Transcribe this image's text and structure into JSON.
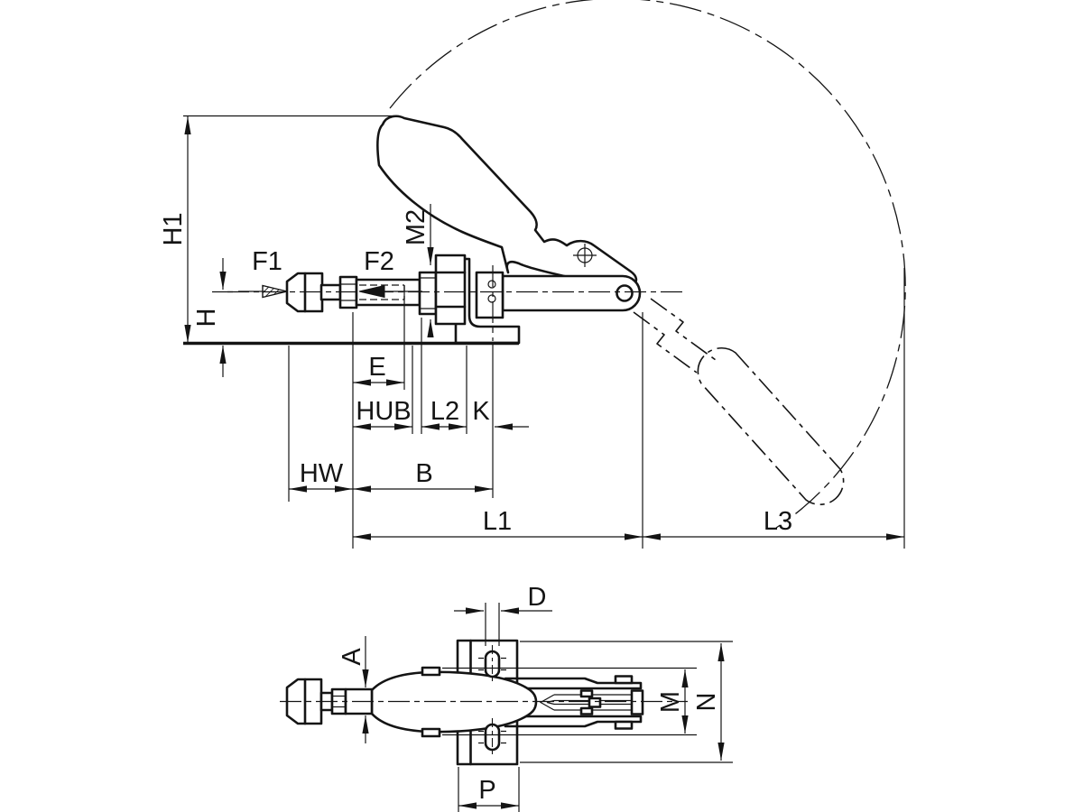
{
  "colors": {
    "background": "#ffffff",
    "line": "#141414"
  },
  "dims": {
    "side": {
      "h1": "H1",
      "h": "H",
      "f1": "F1",
      "f2": "F2",
      "m2": "M2",
      "e": "E",
      "hub": "HUB",
      "l2": "L2",
      "k": "K",
      "hw": "HW",
      "b": "B",
      "l1": "L1",
      "l3": "L3"
    },
    "plan": {
      "d": "D",
      "a": "A",
      "m": "M",
      "n": "N",
      "p": "P"
    }
  }
}
